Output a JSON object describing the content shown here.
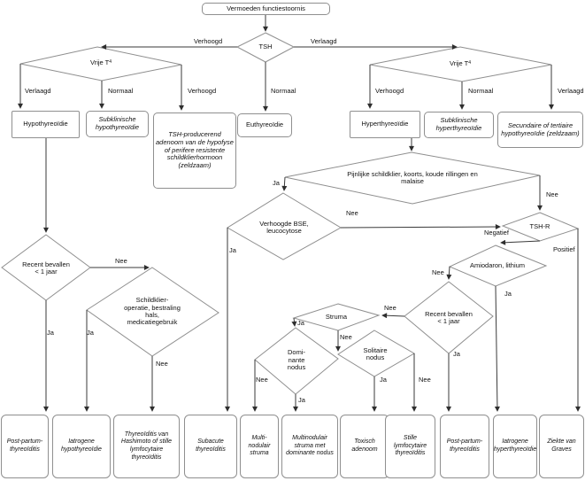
{
  "colors": {
    "background": "#ffffff",
    "shape_border": "#8f8f8f",
    "connector": "#3a3a3a",
    "text": "#111111"
  },
  "nodes": {
    "start": "Vermoeden functiestoornis",
    "tsh": "TSH",
    "vrije_t4": "Vrije T",
    "vrije_t4_sub": "4",
    "hypothyreoidie": "Hypothyreoïdie",
    "subklinische_hypothyreoidie": "Subklinische hypothyreoïdie",
    "tsh_producerend_adenoom": "TSH-producerend adenoom van de hypofyse of perifere resistente schildklierhormoon (zeldzaam)",
    "euthyreoidie": "Euthyreoïdie",
    "hyperthyreoidie": "Hyperthyreoïdie",
    "subklinische_hyperthyreoidie": "Subklinische hyperthyreoïdie",
    "secundaire_tertiaire": "Secundaire of tertiaire hypothyreoïdie (zeldzaam)",
    "pijnlijke_schildklier": "Pijnlijke schildklier, koorts, koude rillingen en malaise",
    "verhoogde_bse": "Verhoogde BSE, leucocytose",
    "tsh_r": "TSH-R",
    "amiodaron_lithium": "Amiodaron, lithium",
    "recent_bevallen": "Recent bevallen < 1 jaar",
    "schildklier_operatie": "Schildklier-operatie, bestraling hals, medicatiegebruik",
    "struma": "Struma",
    "dominante_nodus": "Domi­nante nodus",
    "solitaire_nodus": "Solitaire nodus"
  },
  "outcomes": [
    "Post-partum-thyreoïditis",
    "Iatrogene hypothyreoïdie",
    "Thyreoïditis van Hashimoto of stille lymfocytaire thyreoïditis",
    "Subacute thyreoïditis",
    "Multi-nodulair struma",
    "Multinodulair struma met dominante nodus",
    "Toxisch adenoom",
    "Stille lymfocytaire thyreoïditis",
    "Post-partum-thyreoïditis",
    "Iatrogene hyperthyreoïdie",
    "Ziekte van Graves"
  ],
  "edge_labels": {
    "verhoogd": "Verhoogd",
    "verlaagd": "Verlaagd",
    "normaal": "Normaal",
    "ja": "Ja",
    "nee": "Nee",
    "negatief": "Negatief",
    "positief": "Positief"
  }
}
